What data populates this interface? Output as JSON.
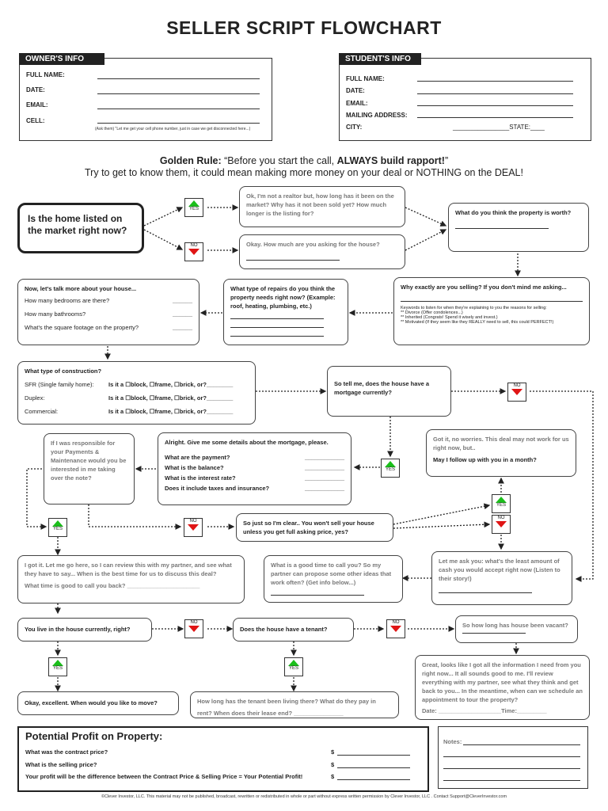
{
  "title": "SELLER SCRIPT FLOWCHART",
  "owner": {
    "header": "OWNER'S INFO",
    "full_name": "FULL NAME:",
    "date": "DATE:",
    "email": "EMAIL:",
    "cell": "CELL:",
    "cell_note": "(Ask them) \"Let me get your cell phone number, just in case we get disconnected here...)"
  },
  "student": {
    "header": "STUDENT'S INFO",
    "full_name": "FULL NAME:",
    "date": "DATE:",
    "email": "EMAIL:",
    "mailing": "MAILING ADDRESS:",
    "city": "CITY:",
    "state": "________________STATE:____"
  },
  "golden": {
    "lead": "Golden Rule:",
    "q1": "“Before you start the call,",
    "bold": "ALWAYS build rapport!",
    "q2": "”",
    "line2": "Try to get to know them, it could mean making more money on your deal or NOTHING on the DEAL!"
  },
  "tags": {
    "yes": "YES",
    "no": "NO"
  },
  "nodes": {
    "listed": "Is the home listed on the market right now?",
    "yes_listed": "Ok, I'm not a realtor but, how long has it been on the market? Why has it not been sold yet? How much longer is the listing for?",
    "no_listed": "Okay. How much are you asking for the house?",
    "worth": "What do you think the property is worth?",
    "selling": "Why exactly are you selling? If you don't mind me asking...",
    "selling_k1": "Keywords to listen for when they're explaining to you the reasons for selling:",
    "selling_k2": "** Divorce (Offer condolences...)",
    "selling_k3": "** Inherited (Congrats! Spend it wisely and invest.)",
    "selling_k4": "** Motivated (If they seem like they REALLY need to sell, this could PERFECT!)",
    "repairs": "What type of repairs do you think the property needs right now? (Example: roof, heating, plumbing, etc.)",
    "house_head": "Now, let's talk more about your house...",
    "bedrooms": "How many bedrooms are there?",
    "bathrooms": "How many bathrooms?",
    "sqft": "What's the square footage on the property?",
    "construction": "What type of construction?",
    "sfr": "SFR (Single family home):",
    "duplex": "Duplex:",
    "commercial": "Commercial:",
    "isit": "Is it a ☐block, ☐frame, ☐brick, or?________",
    "mortgage": "So tell me, does the house have a mortgage currently?",
    "details": "Alright. Give me some details about the mortgage, please.",
    "payment": "What are the payment?",
    "balance": "What is the balance?",
    "rate": "What is the interest rate?",
    "taxes": "Does it include taxes and insurance?",
    "responsible": "If I was responsible for your Payments & Maintenance would you be interested in me taking over the note?",
    "gotit": "Got it, no worries. This deal may not work for us right now, but..",
    "followup": "May I follow up with you in a month?",
    "clear": "So just so I'm clear.. You won't sell your house unless you get full asking price, yes?",
    "partner1": "I got it. Let me go here, so I can review this with my partner, and see what they have to say... When is the best time for us to discuss this deal?",
    "partner2": "What time is good to call you back? ______________________",
    "goodtime": "What is a good time to call you? So my partner can propose some other ideas that work often? (Get info below...)",
    "least": "Let me ask you: what's the least amount of cash you would accept right now (Listen to their story!)",
    "livein": "You live in the house currently, right?",
    "tenant": "Does the house have a tenant?",
    "vacant": "So how long has house been vacant?",
    "great": "Great, looks like I got all the information I need from you right now... It all sounds good to me. I'll review everything with my partner, see what they think and get back to you... In the meantime, when can we schedule an appointment to tour the property?",
    "great_date": "Date: ___________________Time:_________",
    "excellent": "Okay, excellent. When would you like to move?",
    "tenant_long": "How long has the tenant been living there? What do they pay in rent? When does their lease end? _______________"
  },
  "profit": {
    "title": "Potential Profit on Property:",
    "contract": "What was the contract price?",
    "selling": "What is the selling price?",
    "result": "Your profit will be the difference between the Contract Price & Selling Price = Your Potential Profit!",
    "dollar": "$"
  },
  "notes": {
    "label": "Notes:"
  },
  "footer": "©Clever Investor, LLC. This material may not be published, broadcast, rewritten or redistributed in whole or part without express written permission by Clever Investor, LLC . Contact Support@CleverInvestor.com"
}
